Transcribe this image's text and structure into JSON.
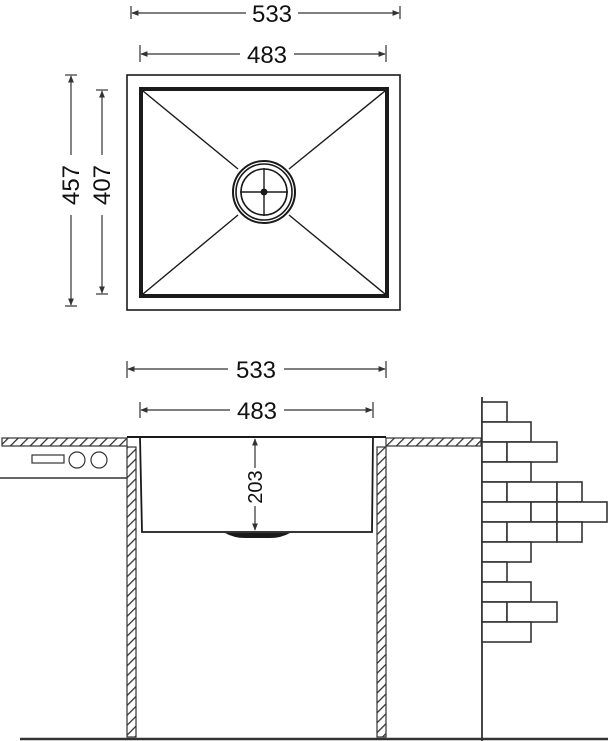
{
  "colors": {
    "line": "#1a1a1a",
    "dim": "#333333",
    "background": "#ffffff"
  },
  "top_view": {
    "outer_width": "533",
    "inner_width": "483",
    "outer_height": "457",
    "inner_height": "407",
    "drain": "drain-strainer"
  },
  "section_view": {
    "outer_width": "533",
    "inner_width": "483",
    "bowl_depth": "203",
    "elements": [
      "countertop",
      "cabinet-walls",
      "appliance-panel",
      "brick-wall"
    ]
  }
}
